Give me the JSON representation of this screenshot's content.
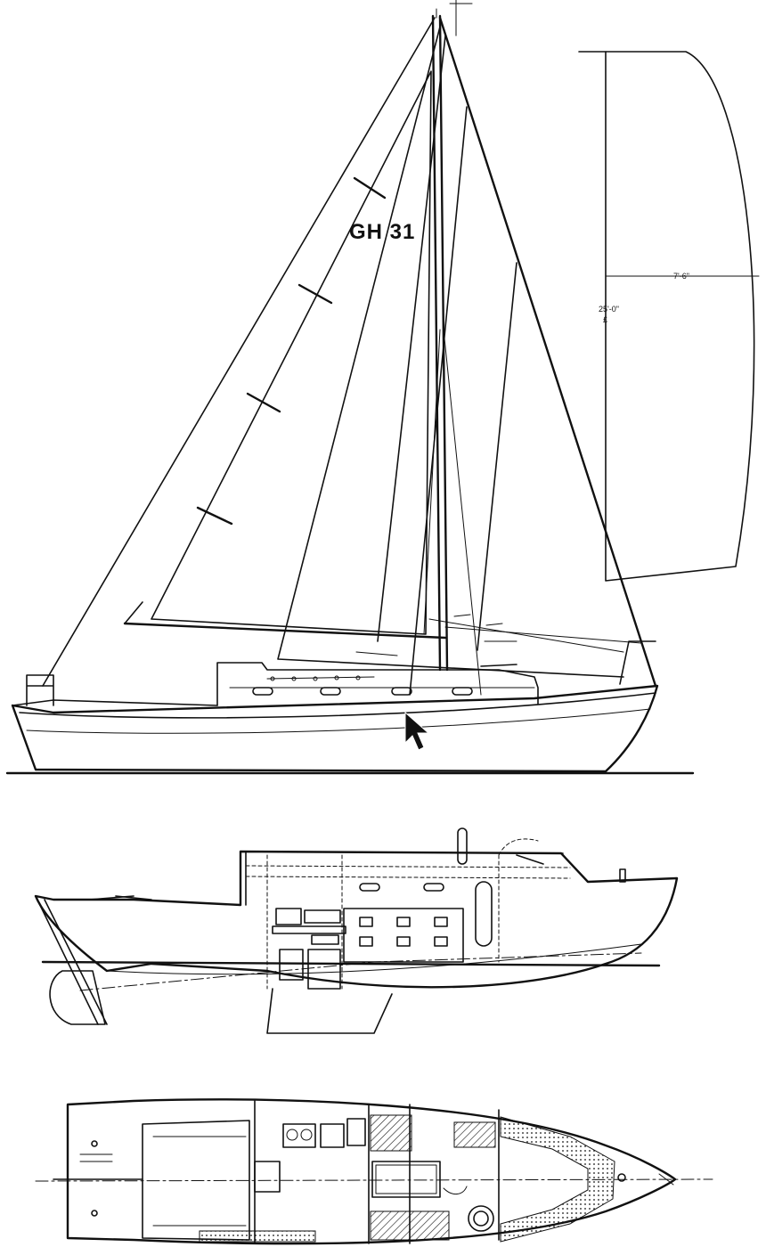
{
  "diagram": {
    "sail_number": "GH 31",
    "spinnaker_dimensions": {
      "luff_length": "25'-0\"",
      "luff_mark": "£",
      "foot_width": "7'-6\""
    },
    "cursor_icon": "mouse-pointer-arrow"
  }
}
